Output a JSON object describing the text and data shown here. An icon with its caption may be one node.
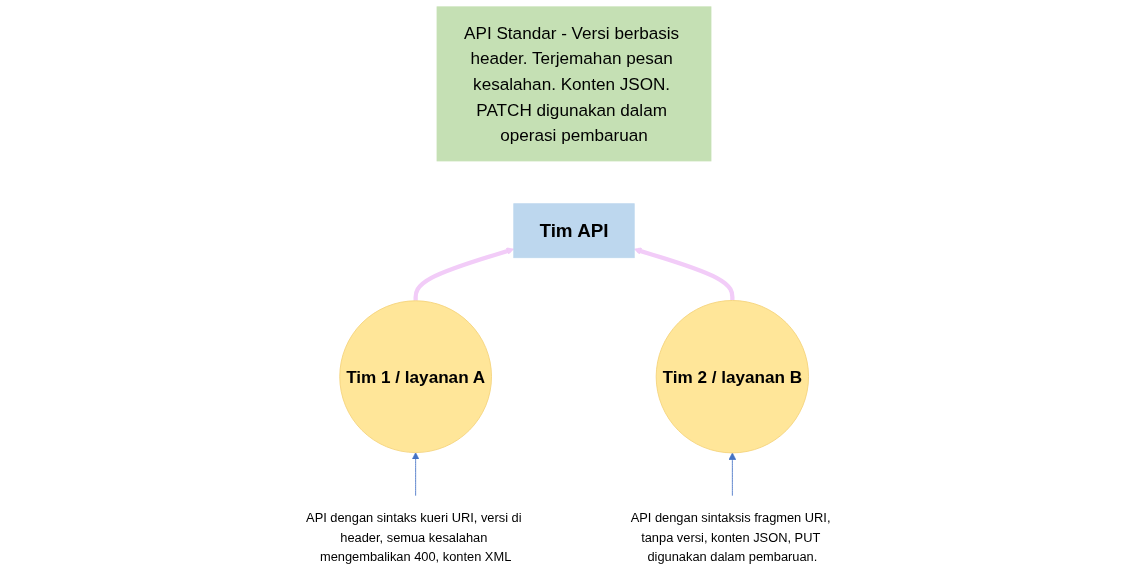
{
  "diagram": {
    "nodes": [
      {
        "text": [
          "API Standar - Versi berbasis header. Terjemahan pesan kesalahan. Konten JSON. PATCH digunakan dalam operasi pembaruan"
        ]
      },
      {
        "text": [
          "Tim API"
        ]
      },
      {
        "text": [
          "Tim 1 / layanan A"
        ]
      },
      {
        "text": [
          "Tim 2 / layanan B"
        ]
      },
      {
        "text": [
          "API dengan sintaks kueri URI, versi di header, semua kesalahan mengembalikan 400, konten XML"
        ]
      },
      {
        "text": [
          "API dengan sintaksis fragmen URI, tanpa versi, konten JSON, PUT digunakan dalam pembaruan."
        ]
      }
    ],
    "edges": [
      {
        "from": 2,
        "to": 1,
        "arrow": "to",
        "style": "thick",
        "color": "#f2ccf8"
      },
      {
        "from": 3,
        "to": 1,
        "arrow": "to",
        "style": "thick",
        "color": "#f2ccf8"
      },
      {
        "from": 4,
        "to": 2,
        "arrow": "to",
        "color": "#4472c4"
      },
      {
        "from": 5,
        "to": 3,
        "arrow": "to",
        "color": "#4472c4"
      }
    ]
  }
}
